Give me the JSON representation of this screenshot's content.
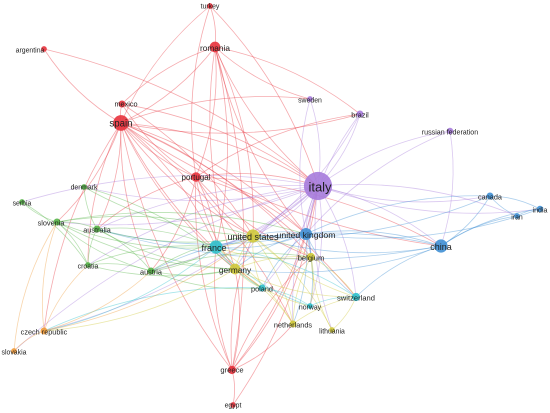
{
  "network": {
    "clusters": [
      {
        "id": "red",
        "color": "#e8323c"
      },
      {
        "id": "purple",
        "color": "#a67bdc"
      },
      {
        "id": "blue",
        "color": "#3f8fd4"
      },
      {
        "id": "green",
        "color": "#55b447"
      },
      {
        "id": "yellow",
        "color": "#cfc93a"
      },
      {
        "id": "cyan",
        "color": "#2ec0cc"
      },
      {
        "id": "orange",
        "color": "#ef9a3a"
      }
    ],
    "nodes": [
      {
        "id": "turkey",
        "label": "turkey",
        "cluster": "red",
        "weight": 1
      },
      {
        "id": "romania",
        "label": "romania",
        "cluster": "red",
        "weight": 3
      },
      {
        "id": "argentina",
        "label": "argentina",
        "cluster": "red",
        "weight": 1
      },
      {
        "id": "mexico",
        "label": "mexico",
        "cluster": "red",
        "weight": 1.5
      },
      {
        "id": "spain",
        "label": "spain",
        "cluster": "red",
        "weight": 5
      },
      {
        "id": "portugal",
        "label": "portugal",
        "cluster": "red",
        "weight": 2.5
      },
      {
        "id": "greece",
        "label": "greece",
        "cluster": "red",
        "weight": 2
      },
      {
        "id": "egypt",
        "label": "egypt",
        "cluster": "red",
        "weight": 1
      },
      {
        "id": "sweden",
        "label": "sweden",
        "cluster": "purple",
        "weight": 1
      },
      {
        "id": "brazil",
        "label": "brazil",
        "cluster": "purple",
        "weight": 1.5
      },
      {
        "id": "russian-federation",
        "label": "russian federation",
        "cluster": "purple",
        "weight": 1.3
      },
      {
        "id": "italy",
        "label": "italy",
        "cluster": "purple",
        "weight": 10
      },
      {
        "id": "canada",
        "label": "canada",
        "cluster": "blue",
        "weight": 1.5
      },
      {
        "id": "iran",
        "label": "iran",
        "cluster": "blue",
        "weight": 1
      },
      {
        "id": "india",
        "label": "india",
        "cluster": "blue",
        "weight": 1.3
      },
      {
        "id": "china",
        "label": "china",
        "cluster": "blue",
        "weight": 4
      },
      {
        "id": "united-kingdom",
        "label": "united kingdom",
        "cluster": "blue",
        "weight": 3.5
      },
      {
        "id": "serbia",
        "label": "serbia",
        "cluster": "green",
        "weight": 1
      },
      {
        "id": "denmark",
        "label": "denmark",
        "cluster": "green",
        "weight": 1
      },
      {
        "id": "slovenia",
        "label": "slovenia",
        "cluster": "green",
        "weight": 1.5
      },
      {
        "id": "australia",
        "label": "australia",
        "cluster": "green",
        "weight": 1.5
      },
      {
        "id": "croatia",
        "label": "croatia",
        "cluster": "green",
        "weight": 1
      },
      {
        "id": "austria",
        "label": "austria",
        "cluster": "green",
        "weight": 1.5
      },
      {
        "id": "united-states",
        "label": "united states",
        "cluster": "yellow",
        "weight": 4
      },
      {
        "id": "germany",
        "label": "germany",
        "cluster": "yellow",
        "weight": 3
      },
      {
        "id": "belgium",
        "label": "belgium",
        "cluster": "yellow",
        "weight": 2
      },
      {
        "id": "netherlands",
        "label": "netherlands",
        "cluster": "yellow",
        "weight": 1.5
      },
      {
        "id": "lithuania",
        "label": "lithuania",
        "cluster": "yellow",
        "weight": 1
      },
      {
        "id": "france",
        "label": "france",
        "cluster": "cyan",
        "weight": 4
      },
      {
        "id": "poland",
        "label": "poland",
        "cluster": "cyan",
        "weight": 1.5
      },
      {
        "id": "norway",
        "label": "norway",
        "cluster": "cyan",
        "weight": 1
      },
      {
        "id": "switzerland",
        "label": "switzerland",
        "cluster": "cyan",
        "weight": 2
      },
      {
        "id": "czech-republic",
        "label": "czech republic",
        "cluster": "orange",
        "weight": 1.5
      },
      {
        "id": "slovakia",
        "label": "slovakia",
        "cluster": "orange",
        "weight": 1
      }
    ],
    "edges": [
      [
        "turkey",
        "romania"
      ],
      [
        "turkey",
        "spain"
      ],
      [
        "turkey",
        "italy"
      ],
      [
        "turkey",
        "portugal"
      ],
      [
        "romania",
        "spain"
      ],
      [
        "romania",
        "italy"
      ],
      [
        "romania",
        "portugal"
      ],
      [
        "romania",
        "mexico"
      ],
      [
        "romania",
        "united-states"
      ],
      [
        "romania",
        "germany"
      ],
      [
        "romania",
        "france"
      ],
      [
        "romania",
        "united-kingdom"
      ],
      [
        "romania",
        "brazil"
      ],
      [
        "romania",
        "sweden"
      ],
      [
        "romania",
        "greece"
      ],
      [
        "argentina",
        "spain"
      ],
      [
        "argentina",
        "italy"
      ],
      [
        "mexico",
        "spain"
      ],
      [
        "mexico",
        "italy"
      ],
      [
        "mexico",
        "portugal"
      ],
      [
        "mexico",
        "united-states"
      ],
      [
        "spain",
        "portugal"
      ],
      [
        "spain",
        "italy"
      ],
      [
        "spain",
        "united-states"
      ],
      [
        "spain",
        "france"
      ],
      [
        "spain",
        "germany"
      ],
      [
        "spain",
        "united-kingdom"
      ],
      [
        "spain",
        "greece"
      ],
      [
        "spain",
        "slovenia"
      ],
      [
        "spain",
        "austria"
      ],
      [
        "spain",
        "belgium"
      ],
      [
        "spain",
        "brazil"
      ],
      [
        "spain",
        "sweden"
      ],
      [
        "spain",
        "czech-republic"
      ],
      [
        "spain",
        "australia"
      ],
      [
        "spain",
        "china"
      ],
      [
        "spain",
        "switzerland"
      ],
      [
        "spain",
        "poland"
      ],
      [
        "spain",
        "netherlands"
      ],
      [
        "spain",
        "croatia"
      ],
      [
        "portugal",
        "italy"
      ],
      [
        "portugal",
        "united-states"
      ],
      [
        "portugal",
        "france"
      ],
      [
        "portugal",
        "germany"
      ],
      [
        "portugal",
        "united-kingdom"
      ],
      [
        "portugal",
        "greece"
      ],
      [
        "portugal",
        "brazil"
      ],
      [
        "portugal",
        "belgium"
      ],
      [
        "portugal",
        "austria"
      ],
      [
        "portugal",
        "australia"
      ],
      [
        "portugal",
        "china"
      ],
      [
        "greece",
        "italy"
      ],
      [
        "greece",
        "egypt"
      ],
      [
        "greece",
        "germany"
      ],
      [
        "greece",
        "france"
      ],
      [
        "greece",
        "united-kingdom"
      ],
      [
        "greece",
        "belgium"
      ],
      [
        "greece",
        "netherlands"
      ],
      [
        "greece",
        "united-states"
      ],
      [
        "egypt",
        "italy"
      ],
      [
        "sweden",
        "italy"
      ],
      [
        "sweden",
        "united-kingdom"
      ],
      [
        "brazil",
        "italy"
      ],
      [
        "brazil",
        "united-kingdom"
      ],
      [
        "brazil",
        "united-states"
      ],
      [
        "russian-federation",
        "italy"
      ],
      [
        "russian-federation",
        "china"
      ],
      [
        "russian-federation",
        "united-kingdom"
      ],
      [
        "italy",
        "united-states"
      ],
      [
        "italy",
        "united-kingdom"
      ],
      [
        "italy",
        "france"
      ],
      [
        "italy",
        "germany"
      ],
      [
        "italy",
        "china"
      ],
      [
        "italy",
        "belgium"
      ],
      [
        "italy",
        "switzerland"
      ],
      [
        "italy",
        "canada"
      ],
      [
        "italy",
        "iran"
      ],
      [
        "italy",
        "india"
      ],
      [
        "italy",
        "poland"
      ],
      [
        "italy",
        "netherlands"
      ],
      [
        "italy",
        "austria"
      ],
      [
        "italy",
        "australia"
      ],
      [
        "italy",
        "slovenia"
      ],
      [
        "italy",
        "croatia"
      ],
      [
        "italy",
        "denmark"
      ],
      [
        "italy",
        "serbia"
      ],
      [
        "italy",
        "norway"
      ],
      [
        "italy",
        "lithuania"
      ],
      [
        "italy",
        "czech-republic"
      ],
      [
        "italy",
        "slovakia"
      ],
      [
        "canada",
        "china"
      ],
      [
        "canada",
        "united-kingdom"
      ],
      [
        "canada",
        "india"
      ],
      [
        "canada",
        "iran"
      ],
      [
        "canada",
        "united-states"
      ],
      [
        "iran",
        "china"
      ],
      [
        "iran",
        "india"
      ],
      [
        "india",
        "china"
      ],
      [
        "india",
        "united-kingdom"
      ],
      [
        "china",
        "united-kingdom"
      ],
      [
        "china",
        "united-states"
      ],
      [
        "china",
        "france"
      ],
      [
        "china",
        "germany"
      ],
      [
        "china",
        "switzerland"
      ],
      [
        "china",
        "australia"
      ],
      [
        "united-kingdom",
        "united-states"
      ],
      [
        "united-kingdom",
        "france"
      ],
      [
        "united-kingdom",
        "germany"
      ],
      [
        "united-kingdom",
        "belgium"
      ],
      [
        "united-kingdom",
        "switzerland"
      ],
      [
        "united-kingdom",
        "netherlands"
      ],
      [
        "united-kingdom",
        "poland"
      ],
      [
        "united-kingdom",
        "australia"
      ],
      [
        "united-kingdom",
        "austria"
      ],
      [
        "united-kingdom",
        "norway"
      ],
      [
        "serbia",
        "slovenia"
      ],
      [
        "serbia",
        "croatia"
      ],
      [
        "denmark",
        "australia"
      ],
      [
        "denmark",
        "germany"
      ],
      [
        "denmark",
        "united-states"
      ],
      [
        "slovenia",
        "croatia"
      ],
      [
        "slovenia",
        "austria"
      ],
      [
        "slovenia",
        "australia"
      ],
      [
        "slovenia",
        "germany"
      ],
      [
        "slovenia",
        "united-states"
      ],
      [
        "slovenia",
        "france"
      ],
      [
        "slovenia",
        "united-kingdom"
      ],
      [
        "australia",
        "united-states"
      ],
      [
        "australia",
        "france"
      ],
      [
        "australia",
        "germany"
      ],
      [
        "australia",
        "austria"
      ],
      [
        "australia",
        "croatia"
      ],
      [
        "croatia",
        "austria"
      ],
      [
        "croatia",
        "germany"
      ],
      [
        "croatia",
        "france"
      ],
      [
        "austria",
        "germany"
      ],
      [
        "austria",
        "united-states"
      ],
      [
        "austria",
        "france"
      ],
      [
        "austria",
        "belgium"
      ],
      [
        "austria",
        "poland"
      ],
      [
        "united-states",
        "france"
      ],
      [
        "united-states",
        "germany"
      ],
      [
        "united-states",
        "belgium"
      ],
      [
        "united-states",
        "switzerland"
      ],
      [
        "united-states",
        "netherlands"
      ],
      [
        "united-states",
        "poland"
      ],
      [
        "united-states",
        "lithuania"
      ],
      [
        "germany",
        "france"
      ],
      [
        "germany",
        "belgium"
      ],
      [
        "germany",
        "switzerland"
      ],
      [
        "germany",
        "netherlands"
      ],
      [
        "germany",
        "poland"
      ],
      [
        "germany",
        "czech-republic"
      ],
      [
        "germany",
        "norway"
      ],
      [
        "belgium",
        "france"
      ],
      [
        "belgium",
        "netherlands"
      ],
      [
        "belgium",
        "switzerland"
      ],
      [
        "belgium",
        "lithuania"
      ],
      [
        "belgium",
        "norway"
      ],
      [
        "netherlands",
        "france"
      ],
      [
        "netherlands",
        "switzerland"
      ],
      [
        "lithuania",
        "switzerland"
      ],
      [
        "france",
        "switzerland"
      ],
      [
        "france",
        "poland"
      ],
      [
        "france",
        "czech-republic"
      ],
      [
        "france",
        "norway"
      ],
      [
        "poland",
        "norway"
      ],
      [
        "poland",
        "czech-republic"
      ],
      [
        "norway",
        "switzerland"
      ],
      [
        "czech-republic",
        "slovakia"
      ],
      [
        "czech-republic",
        "croatia"
      ],
      [
        "czech-republic",
        "austria"
      ],
      [
        "czech-republic",
        "slovenia"
      ],
      [
        "czech-republic",
        "united-states"
      ],
      [
        "slovakia",
        "slovenia"
      ]
    ]
  }
}
